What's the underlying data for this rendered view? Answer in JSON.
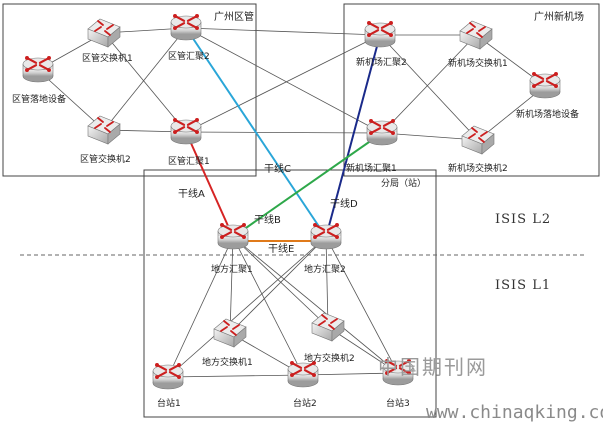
{
  "regions": {
    "guangzhou_district": "广州区管",
    "guangzhou_new_airport": "广州新机场",
    "sub_bureau": "分局（站）"
  },
  "isis_levels": {
    "l2": "ISIS L2",
    "l1": "ISIS L1"
  },
  "devices": {
    "district_landing": "区管落地设备",
    "district_switch1": "区管交换机1",
    "district_switch2": "区管交换机2",
    "district_agg1": "区管汇聚1",
    "district_agg2": "区管汇聚2",
    "airport_agg1": "新机场汇聚1",
    "airport_agg2": "新机场汇聚2",
    "airport_switch1": "新机场交换机1",
    "airport_switch2": "新机场交换机2",
    "airport_landing": "新机场落地设备",
    "local_agg1": "地方汇聚1",
    "local_agg2": "地方汇聚2",
    "local_switch1": "地方交换机1",
    "local_switch2": "地方交换机2",
    "station1": "台站1",
    "station2": "台站2",
    "station3": "台站3"
  },
  "trunks": {
    "a": {
      "label": "干线A",
      "color": "#d62424"
    },
    "b": {
      "label": "干线B",
      "color": "#e07a1a"
    },
    "c": {
      "label": "干线C",
      "color": "#2aa6d8"
    },
    "d": {
      "label": "干线D",
      "color": "#1a2a8a"
    },
    "e": {
      "label": "干线E",
      "color": "#e07a1a"
    },
    "green": {
      "color": "#2ea84a"
    }
  },
  "watermark": {
    "cn": "中国期刊网",
    "url": "www.chinaqking.com"
  },
  "colors": {
    "router_body": "#c8c8c8",
    "router_cross": "#cc1f1f",
    "link": "#555555"
  }
}
